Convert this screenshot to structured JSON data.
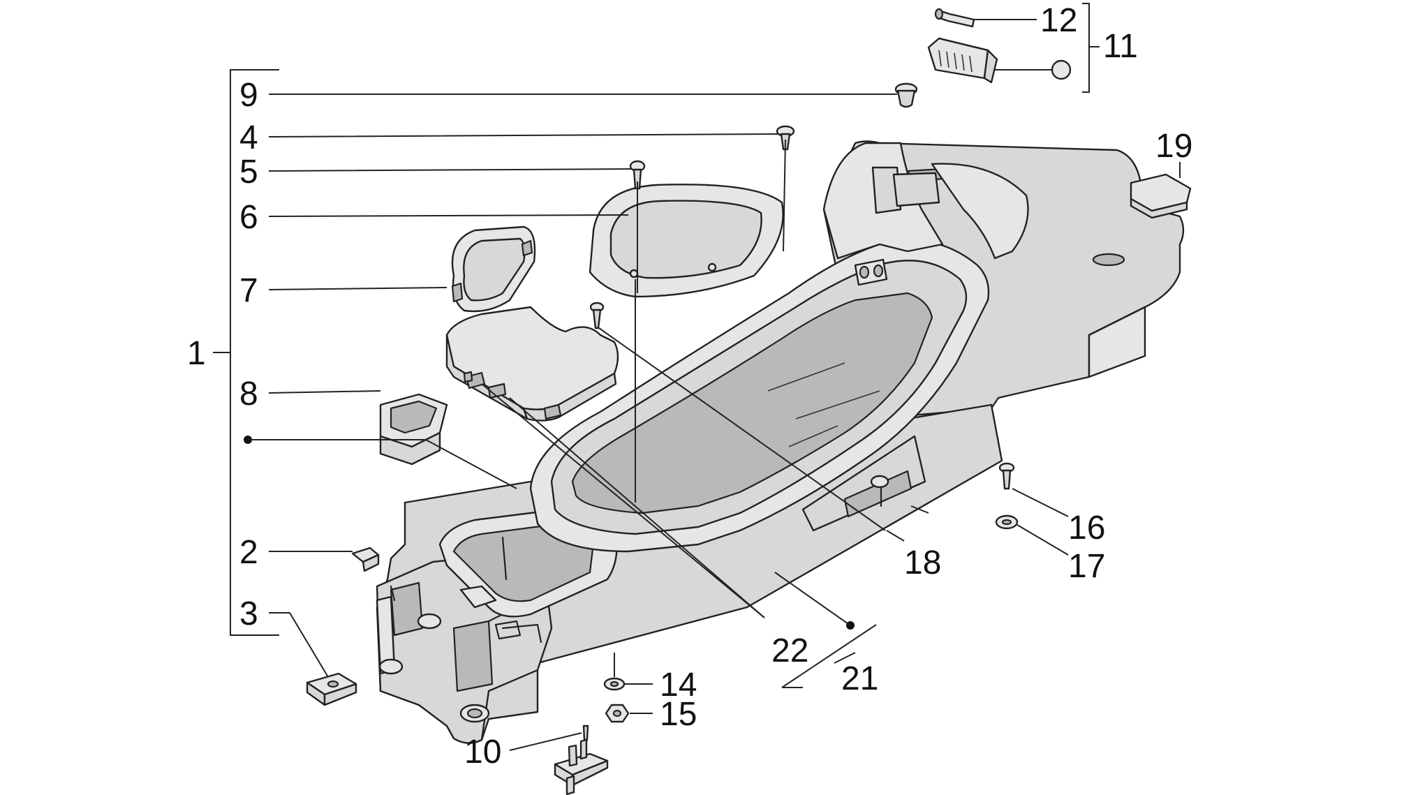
{
  "callouts": {
    "c1": "1",
    "c2": "2",
    "c3": "3",
    "c4": "4",
    "c5": "5",
    "c6": "6",
    "c7": "7",
    "c8": "8",
    "c9": "9",
    "c10": "10",
    "c11": "11",
    "c12": "12",
    "c14": "14",
    "c15": "15",
    "c16": "16",
    "c17": "17",
    "c18": "18",
    "c19": "19",
    "c21": "21",
    "c22": "22"
  },
  "colors": {
    "part_fill": "#d8d8d8",
    "line": "#222222",
    "background": "#ffffff"
  }
}
